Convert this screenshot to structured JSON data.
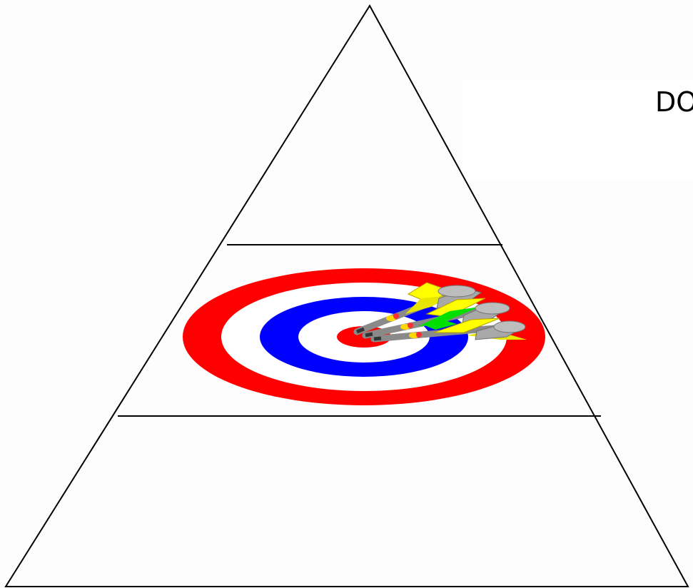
{
  "diagram": {
    "type": "pyramid",
    "tiers": 3,
    "label_text": "DO"
  },
  "target": {
    "rings": [
      "red",
      "white",
      "blue",
      "white",
      "red"
    ],
    "darts": 3
  },
  "colors": {
    "line": "#000000",
    "ring_red": "#ff0000",
    "ring_white": "#ffffff",
    "ring_blue": "#0000ff",
    "flight_yellow": "#ffff00",
    "flight_green": "#00e000",
    "shaft_gray": "#9a9a9a",
    "background": "#fdfdfd"
  }
}
